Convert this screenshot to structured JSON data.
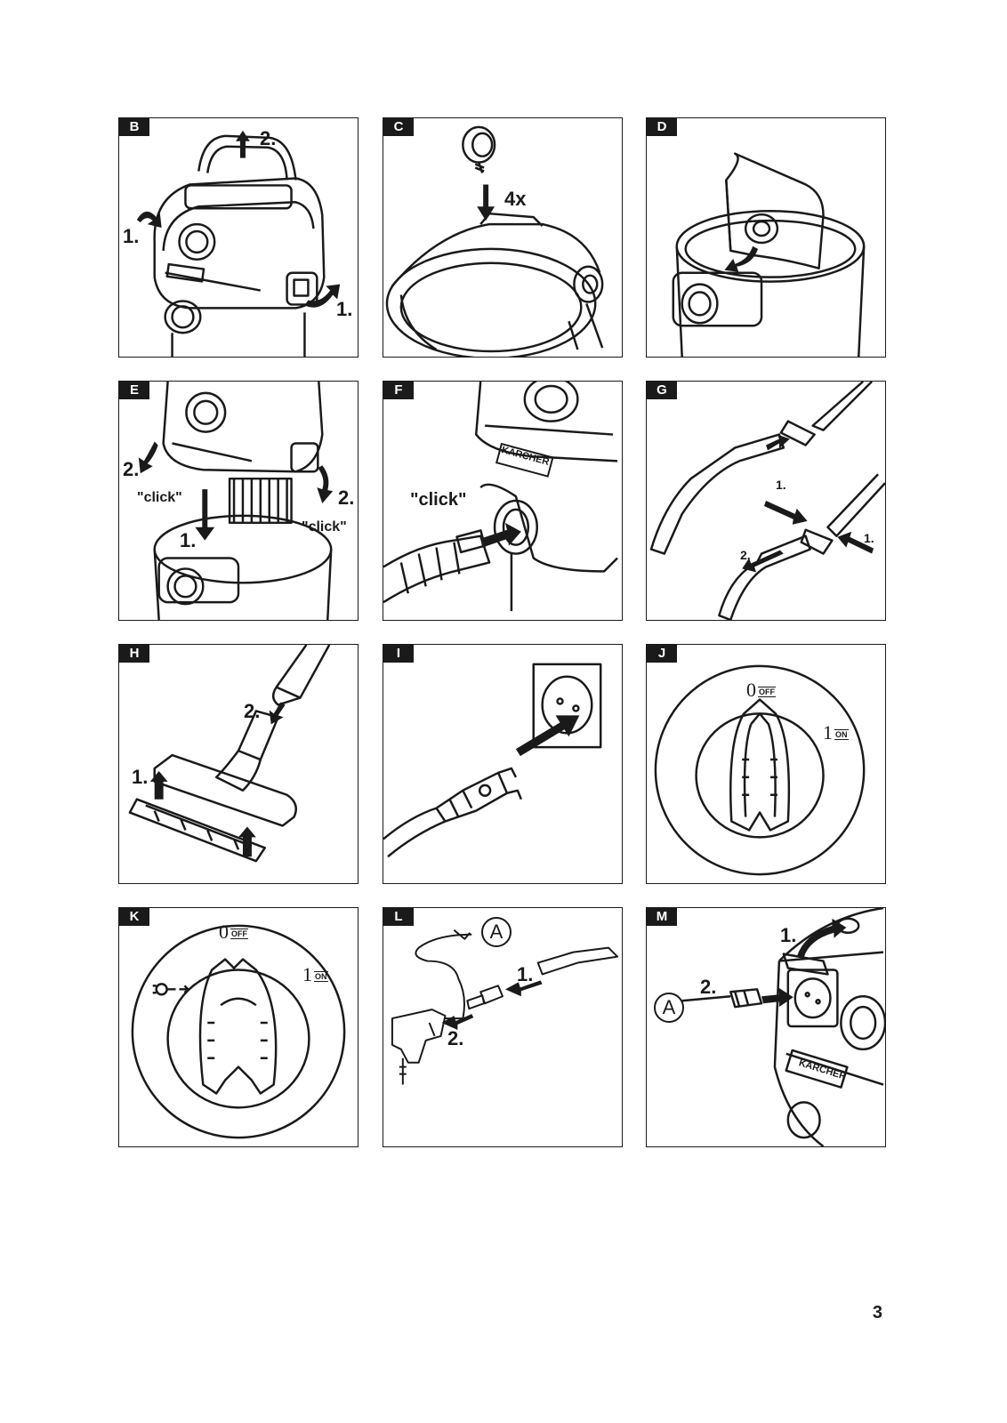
{
  "page_number": "3",
  "panels": {
    "b": {
      "tag": "B",
      "step1a": "1.",
      "step1b": "1.",
      "step2": "2."
    },
    "c": {
      "tag": "C",
      "count": "4x"
    },
    "d": {
      "tag": "D"
    },
    "e": {
      "tag": "E",
      "step1": "1.",
      "step2a": "2.",
      "step2b": "2.",
      "click1": "\"click\"",
      "click2": "\"click\""
    },
    "f": {
      "tag": "F",
      "click": "\"click\"",
      "brand": "KÄRCHER"
    },
    "g": {
      "tag": "G",
      "step1a": "1.",
      "step1b": "1.",
      "step2": "2."
    },
    "h": {
      "tag": "H",
      "step1": "1.",
      "step2": "2."
    },
    "i": {
      "tag": "I"
    },
    "j": {
      "tag": "J",
      "off_num": "0",
      "off_txt": "OFF",
      "on_num": "1",
      "on_txt": "ON"
    },
    "k": {
      "tag": "K",
      "off_num": "0",
      "off_txt": "OFF",
      "on_num": "1",
      "on_txt": "ON"
    },
    "l": {
      "tag": "L",
      "marker": "A",
      "step1": "1.",
      "step2": "2."
    },
    "m": {
      "tag": "M",
      "marker": "A",
      "step1": "1.",
      "step2": "2.",
      "brand": "KÄRCHER"
    }
  }
}
